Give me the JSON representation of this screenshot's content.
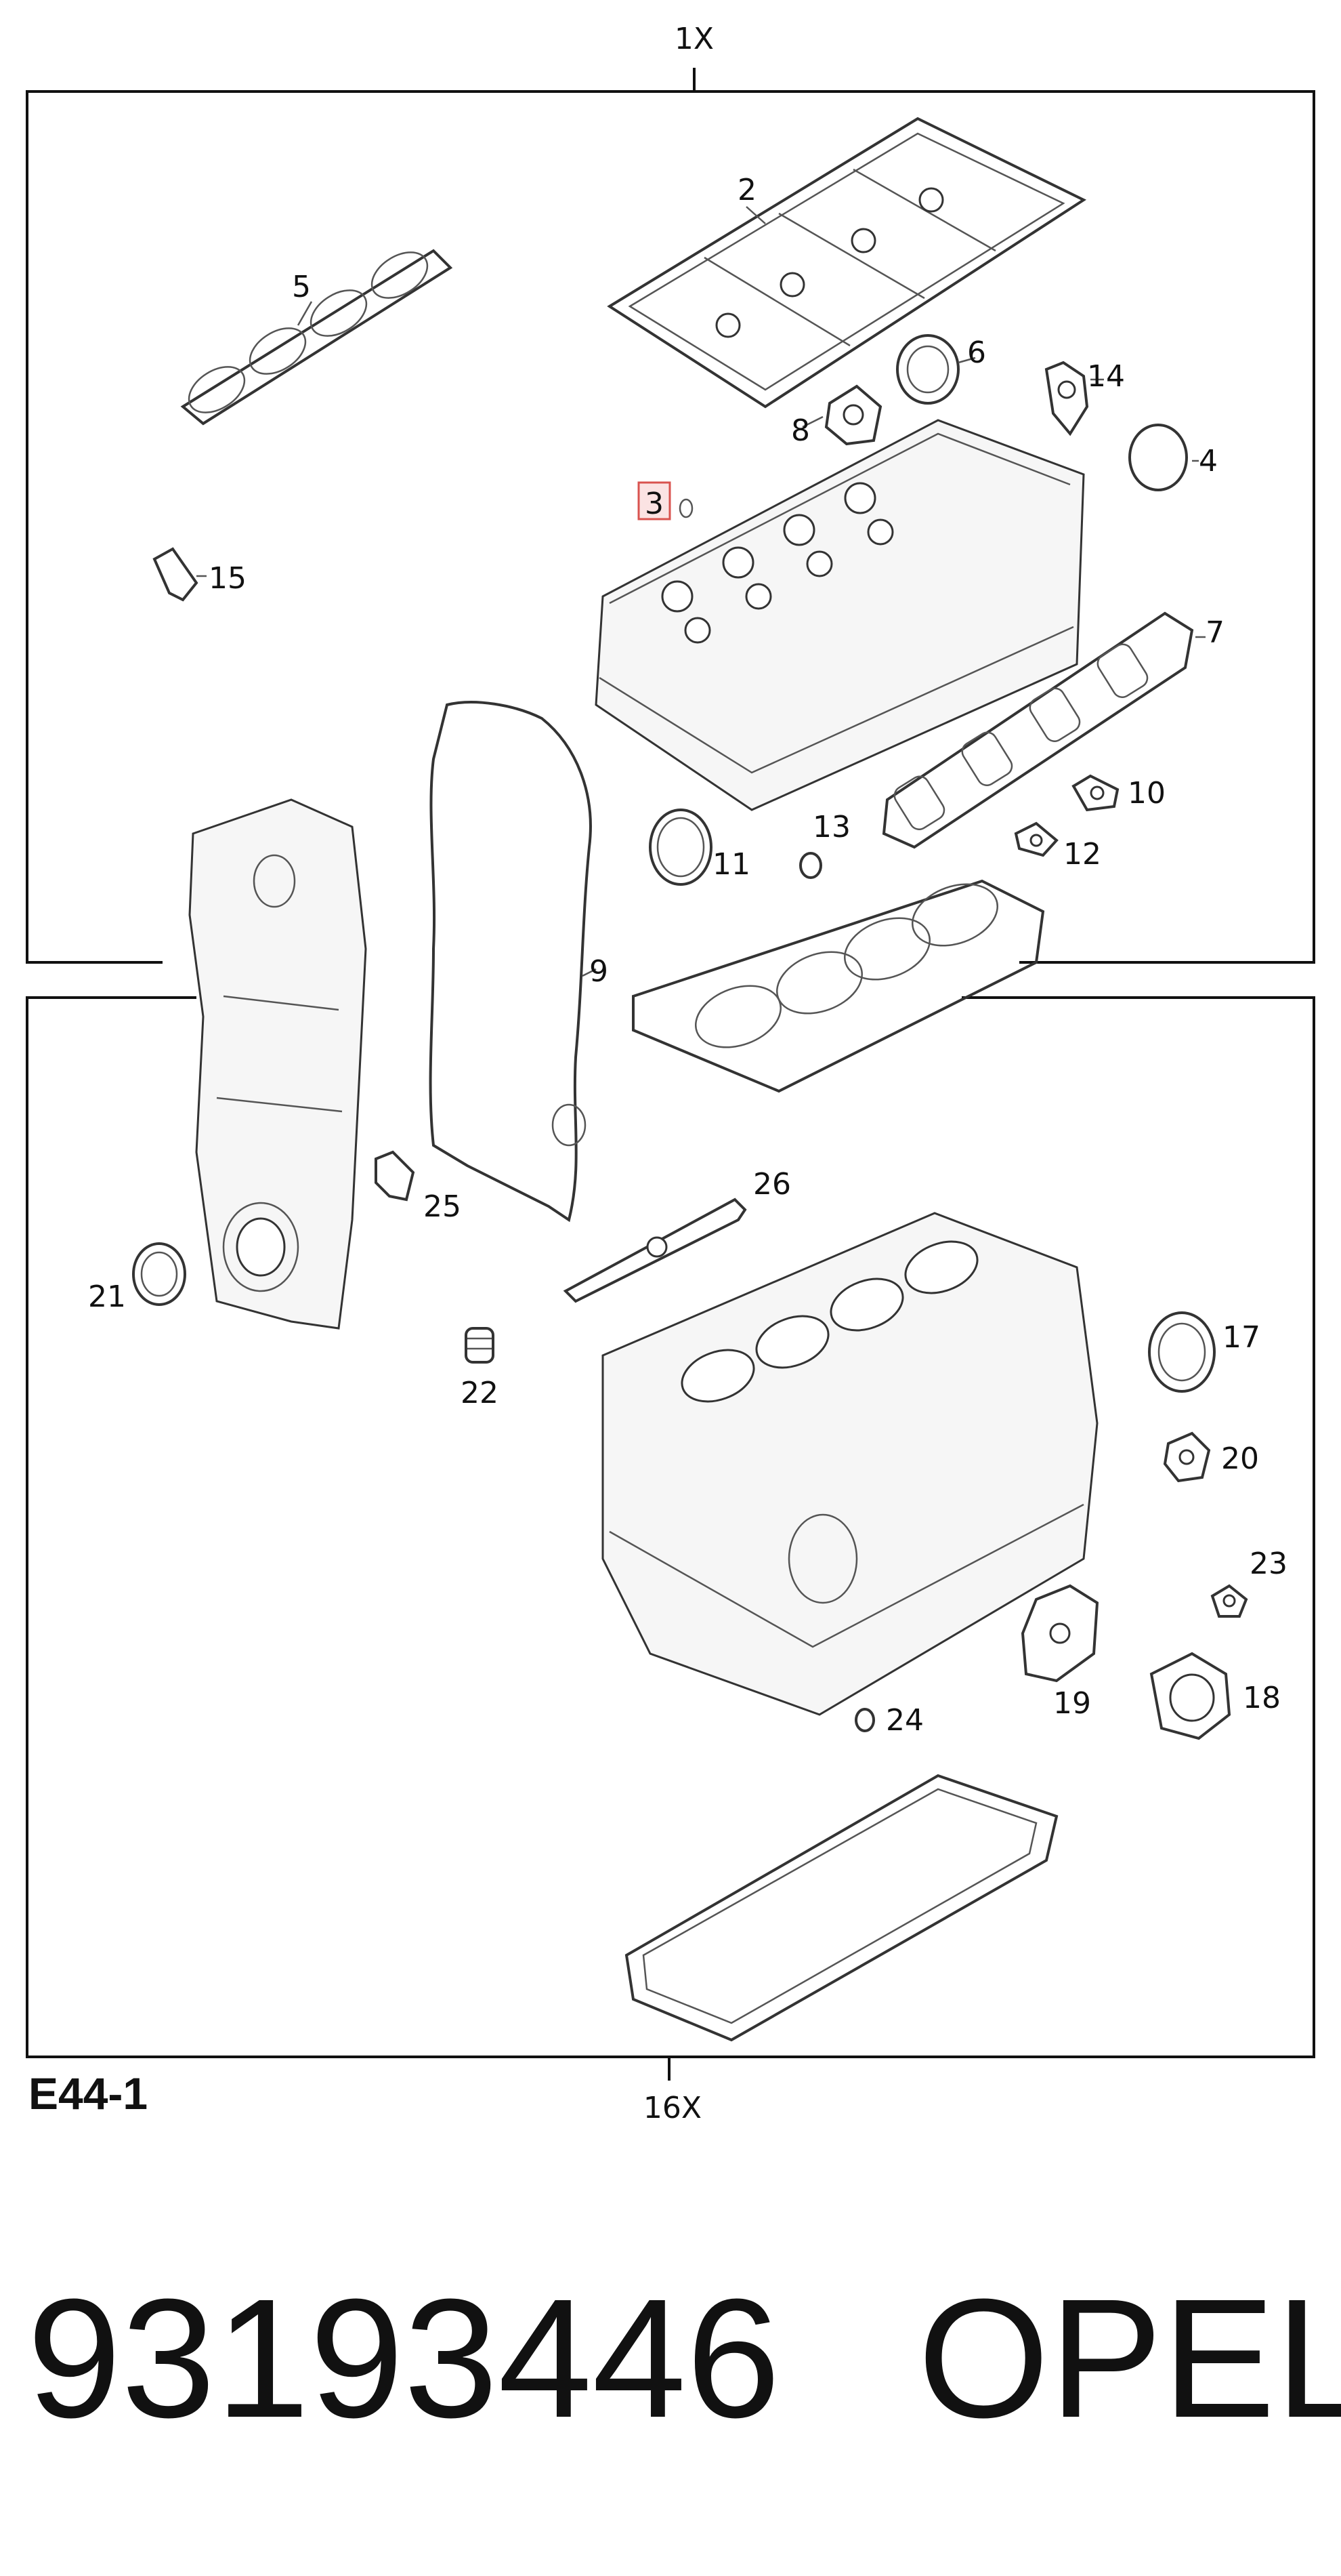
{
  "diagram": {
    "kit_quantity_top": "1X",
    "kit_quantity_bottom": "16X",
    "diagram_code": "E44-1",
    "callouts": [
      {
        "id": "2",
        "label": "2"
      },
      {
        "id": "3",
        "label": "3",
        "highlighted": true
      },
      {
        "id": "4",
        "label": "4"
      },
      {
        "id": "5",
        "label": "5"
      },
      {
        "id": "6",
        "label": "6"
      },
      {
        "id": "7",
        "label": "7"
      },
      {
        "id": "8",
        "label": "8"
      },
      {
        "id": "9",
        "label": "9"
      },
      {
        "id": "10",
        "label": "10"
      },
      {
        "id": "11",
        "label": "11"
      },
      {
        "id": "12",
        "label": "12"
      },
      {
        "id": "13",
        "label": "13"
      },
      {
        "id": "14",
        "label": "14"
      },
      {
        "id": "15",
        "label": "15"
      },
      {
        "id": "17",
        "label": "17"
      },
      {
        "id": "18",
        "label": "18"
      },
      {
        "id": "19",
        "label": "19"
      },
      {
        "id": "20",
        "label": "20"
      },
      {
        "id": "21",
        "label": "21"
      },
      {
        "id": "22",
        "label": "22"
      },
      {
        "id": "23",
        "label": "23"
      },
      {
        "id": "24",
        "label": "24"
      },
      {
        "id": "25",
        "label": "25"
      },
      {
        "id": "26",
        "label": "26"
      }
    ],
    "highlight_color": "#d9534f",
    "highlight_fill": "#fbe3e3"
  },
  "footer": {
    "part_number": "93193446",
    "brand": "OPEL"
  }
}
